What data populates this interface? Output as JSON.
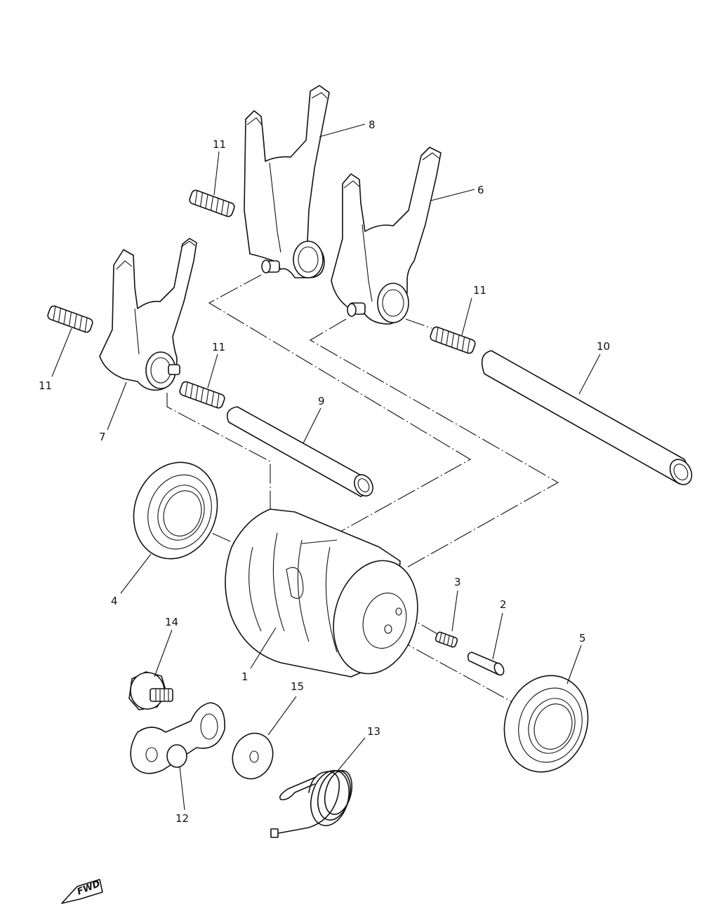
{
  "callouts": [
    {
      "id": "c1",
      "label": "1"
    },
    {
      "id": "c2",
      "label": "2"
    },
    {
      "id": "c3",
      "label": "3"
    },
    {
      "id": "c4",
      "label": "4"
    },
    {
      "id": "c5",
      "label": "5"
    },
    {
      "id": "c6",
      "label": "6"
    },
    {
      "id": "c7",
      "label": "7"
    },
    {
      "id": "c8",
      "label": "8"
    },
    {
      "id": "c9",
      "label": "9"
    },
    {
      "id": "c10",
      "label": "10"
    },
    {
      "id": "c11a",
      "label": "11"
    },
    {
      "id": "c11b",
      "label": "11"
    },
    {
      "id": "c11c",
      "label": "11"
    },
    {
      "id": "c11d",
      "label": "11"
    },
    {
      "id": "c12",
      "label": "12"
    },
    {
      "id": "c13",
      "label": "13"
    },
    {
      "id": "c14",
      "label": "14"
    },
    {
      "id": "c15",
      "label": "15"
    }
  ],
  "fwd_marker": {
    "label": "FWD",
    "icon": "fwd-arrow-icon"
  }
}
